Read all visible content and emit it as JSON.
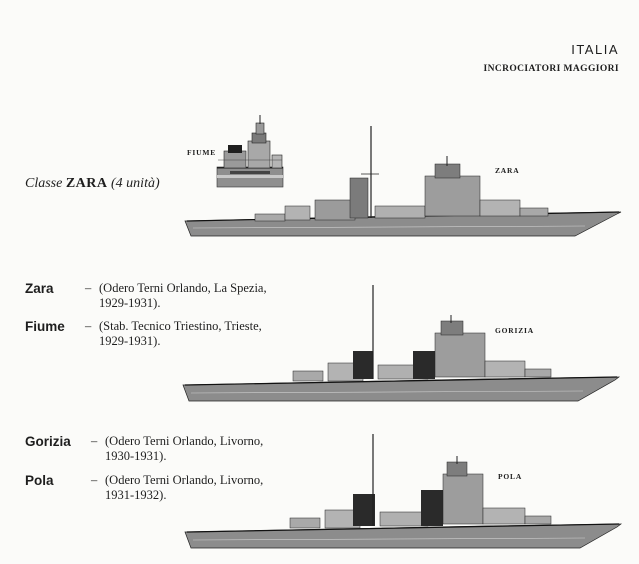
{
  "header": {
    "country": "ITALIA",
    "category": "INCROCIATORI MAGGIORI"
  },
  "class_line": {
    "prefix": "Classe",
    "name": "ZARA",
    "units": "(4 unità)"
  },
  "ship_labels": {
    "inset": "Fiume",
    "top": "Zara",
    "middle": "Gorizia",
    "bottom": "Pola"
  },
  "ships": [
    {
      "name": "Zara",
      "dash": "–",
      "details": "(Odero Terni Orlando, La Spezia,\n1929-1931)."
    },
    {
      "name": "Fiume",
      "dash": "–",
      "details": "(Stab. Tecnico Triestino, Trieste,\n1929-1931)."
    },
    {
      "name": "Gorizia",
      "dash": "–",
      "details": "(Odero Terni Orlando, Livorno,\n1930-1931)."
    },
    {
      "name": "Pola",
      "dash": "–",
      "details": "(Odero Terni Orlando, Livorno,\n1931-1932)."
    }
  ]
}
